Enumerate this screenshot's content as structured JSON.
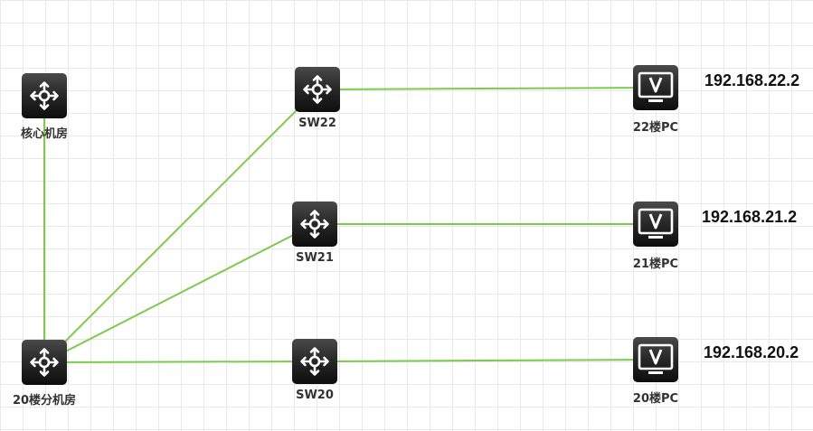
{
  "nodes": {
    "core": {
      "label": "核心机房",
      "icon": "switch-icon"
    },
    "dist20": {
      "label": "20楼分机房",
      "icon": "switch-icon"
    },
    "sw22": {
      "label": "SW22",
      "icon": "switch-icon"
    },
    "sw21": {
      "label": "SW21",
      "icon": "switch-icon"
    },
    "sw20": {
      "label": "SW20",
      "icon": "switch-icon"
    },
    "pc22": {
      "label": "22楼PC",
      "icon": "monitor-icon",
      "ip": "192.168.22.2"
    },
    "pc21": {
      "label": "21楼PC",
      "icon": "monitor-icon",
      "ip": "192.168.21.2"
    },
    "pc20": {
      "label": "20楼PC",
      "icon": "monitor-icon",
      "ip": "192.168.20.2"
    }
  },
  "links": [
    {
      "from": "core",
      "to": "dist20"
    },
    {
      "from": "dist20",
      "to": "sw22"
    },
    {
      "from": "dist20",
      "to": "sw21"
    },
    {
      "from": "dist20",
      "to": "sw20"
    },
    {
      "from": "sw22",
      "to": "pc22"
    },
    {
      "from": "sw21",
      "to": "pc21"
    },
    {
      "from": "sw20",
      "to": "pc20"
    }
  ],
  "colors": {
    "link": "#7ccb4a",
    "icon_bg": "#1a1a1a",
    "grid": "#e9e9e9"
  }
}
